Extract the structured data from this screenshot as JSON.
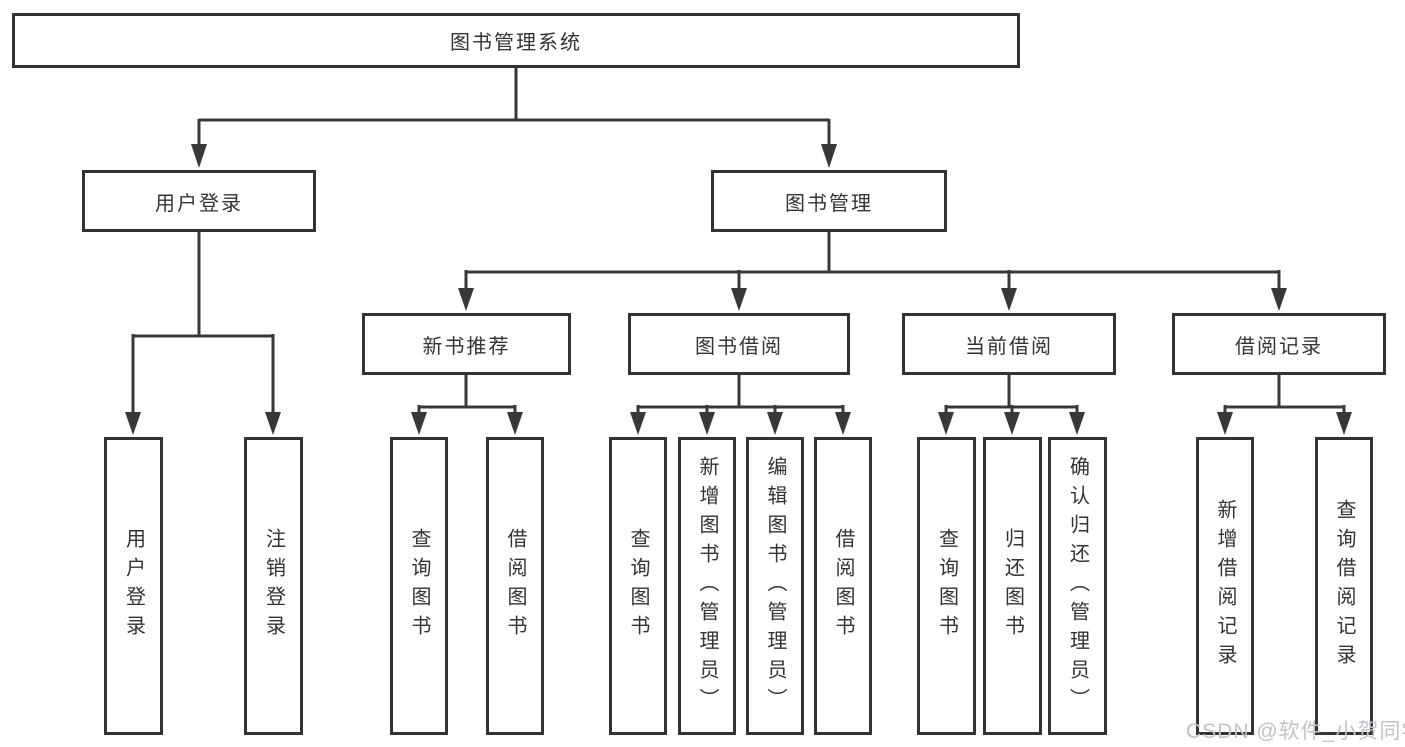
{
  "diagram": {
    "root": {
      "label": "图书管理系统"
    },
    "branches": [
      {
        "label": "用户登录",
        "children": [
          {
            "label": "用户登录"
          },
          {
            "label": "注销登录"
          }
        ]
      },
      {
        "label": "图书管理",
        "sections": [
          {
            "label": "新书推荐",
            "children": [
              {
                "label": "查询图书"
              },
              {
                "label": "借阅图书"
              }
            ]
          },
          {
            "label": "图书借阅",
            "children": [
              {
                "label": "查询图书"
              },
              {
                "label": "新增图书（管理员）"
              },
              {
                "label": "编辑图书（管理员）"
              },
              {
                "label": "借阅图书"
              }
            ]
          },
          {
            "label": "当前借阅",
            "children": [
              {
                "label": "查询图书"
              },
              {
                "label": "归还图书"
              },
              {
                "label": "确认归还（管理员）"
              }
            ]
          },
          {
            "label": "借阅记录",
            "children": [
              {
                "label": "新增借阅记录"
              },
              {
                "label": "查询借阅记录"
              }
            ]
          }
        ]
      }
    ]
  },
  "watermark": {
    "text": "CSDN @软件_小贺同学"
  },
  "colors": {
    "background": "#ffffff",
    "line": "#383838",
    "box_border": "#333333",
    "text": "#333333",
    "watermark": "#bfc3c9"
  }
}
